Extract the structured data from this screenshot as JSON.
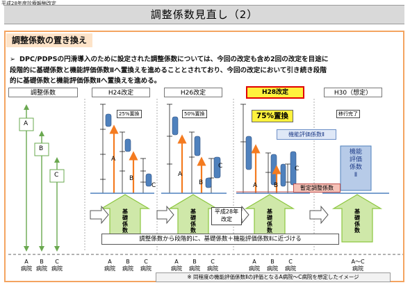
{
  "header": {
    "corner_note": "平成28年度診療報酬改定",
    "title": "調整係数見直し（2）"
  },
  "section": {
    "tab": "調整係数の置き換え",
    "bullet": "➢",
    "text_line1": "DPC/PDPSの円滑導入のために設定された調整係数については、今回の改定も含め2回の改定を目途に",
    "text_line2": "段階的に基礎係数と機能評価係数Ⅱへ置換えを進めることとされており、今回の改定において引き続き段階",
    "text_line3": "的に基礎係数と機能評価係数Ⅱへ置換えを進める。"
  },
  "stages": [
    {
      "label": "調整係数",
      "highlight": false
    },
    {
      "label": "H24改定",
      "highlight": false
    },
    {
      "label": "H26改定",
      "highlight": false
    },
    {
      "label": "H28改定",
      "highlight": true
    },
    {
      "label": "H30（想定）",
      "highlight": false
    }
  ],
  "stage_tags": {
    "h24": "25%置換",
    "h26": "50%置換",
    "h28": "75%置換",
    "h30": "移行完了"
  },
  "bar_letters": {
    "a": "A",
    "b": "B",
    "c": "C"
  },
  "labels": {
    "kino_hyoka": "機能評価係数Ⅱ",
    "kino_vertical": "機能\n評価\n係数\nⅡ",
    "kiso_vertical": "基\n礎\n係\n数",
    "zantei": "暫定調整係数",
    "h28_callout": "平成28年\n改定",
    "midbar": "調整係数から段階的に、基礎係数＋機能評価係数Ⅱに近づける",
    "footnote": "※  同程度の機能評価係数Ⅱの評価となるA病院～C病院を想定したイメージ"
  },
  "hospitals": {
    "a": "A\n病院",
    "b": "B\n病院",
    "c": "C\n病院",
    "ac": "A～C\n病院"
  },
  "colors": {
    "section_border": "#f4a460",
    "arrow_orange": "#f47b20",
    "bar_blue": "#4f81bd",
    "green_arrow": "#8cc63f",
    "highlight_yellow": "#fff23d",
    "highlight_red": "#e00000"
  }
}
